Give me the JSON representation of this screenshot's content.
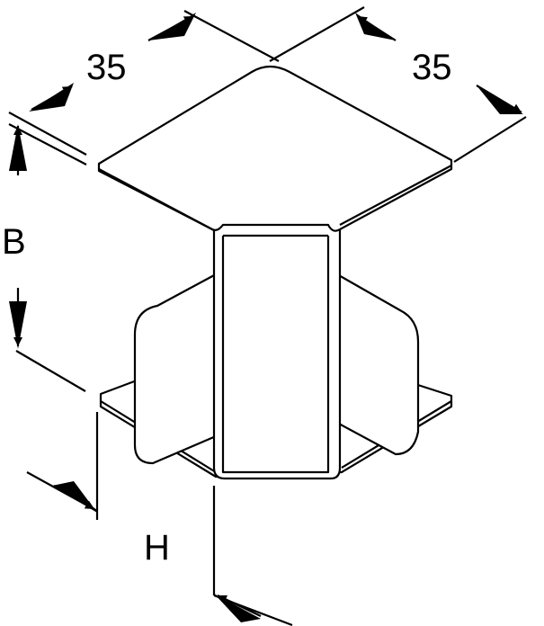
{
  "dimensions": {
    "width_left": "35",
    "width_right": "35",
    "height_b": "B",
    "height_h": "H"
  },
  "colors": {
    "stroke": "#000000",
    "fill": "#ffffff"
  }
}
